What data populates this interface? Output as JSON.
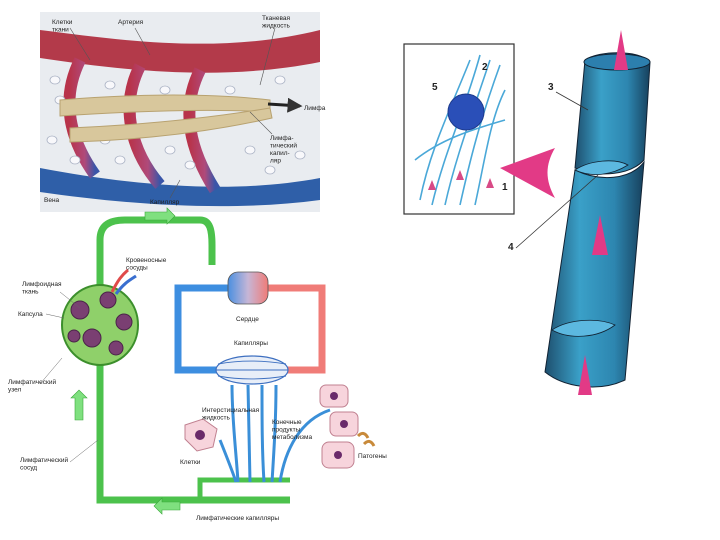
{
  "top_left": {
    "labels": {
      "cells": "Клетки\nткани",
      "artery": "Артерия",
      "fluid": "Тканевая\nжидкость",
      "lymph": "Лимфа",
      "lymph_cap": "Лимфа-\nтический\nкапил-\nляр",
      "vein": "Вена",
      "capillary": "Капилляр"
    }
  },
  "right": {
    "labels": {
      "n1": "1",
      "n2": "2",
      "n3": "3",
      "n4": "4",
      "n5": "5"
    }
  },
  "bottom_left": {
    "labels": {
      "vessels": "Кровеносные\nсосуды",
      "lymph_tissue": "Лимфоидная\nткань",
      "capsule": "Капсула",
      "node": "Лимфатический\nузел",
      "heart": "Сердце",
      "capillaries": "Капилляры",
      "interstitial": "Интерстициальная\nжидкость",
      "products": "Конечные\nпродукты\nметаболизма",
      "cells": "Клетки",
      "pathogens": "Патогены",
      "vessel": "Лимфатический\nсосуд",
      "lymph_caps": "Лимфатические капилляры"
    }
  },
  "colors": {
    "artery": "#c8384a",
    "vein": "#2f5fa8",
    "lymph_beige": "#d9c9a0",
    "lymph_green": "#4cc24c",
    "vessel_blue": "#2f8fc8",
    "arrow_pink": "#e23a86"
  }
}
